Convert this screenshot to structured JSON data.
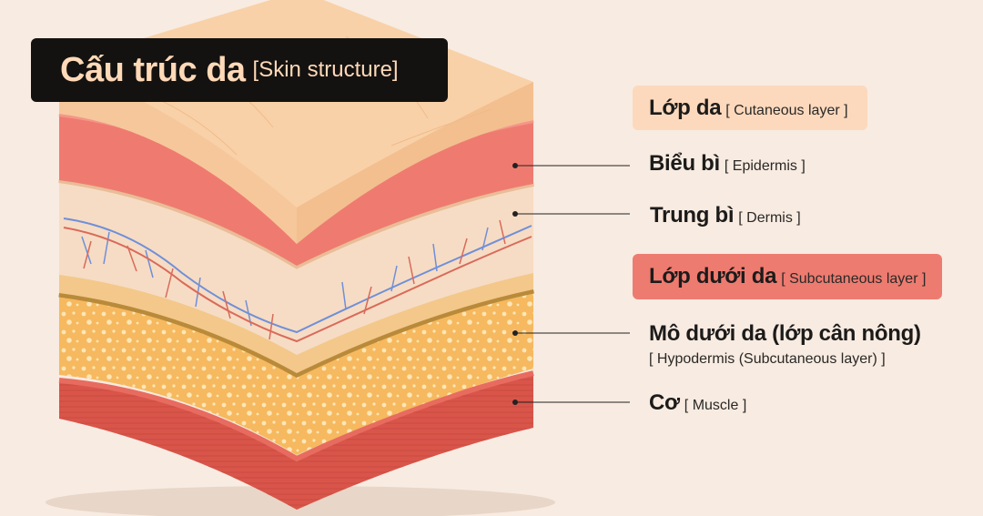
{
  "title": {
    "main": "Cấu trúc da",
    "sub": "[Skin structure]"
  },
  "groups": {
    "cutaneous": {
      "main": "Lớp da",
      "sub": "[ Cutaneous layer ]"
    },
    "subcutaneous": {
      "main": "Lớp dưới da",
      "sub": "[ Subcutaneous layer ]"
    }
  },
  "layers": {
    "epidermis": {
      "main": "Biểu bì",
      "sub": "[ Epidermis ]"
    },
    "dermis": {
      "main": "Trung bì",
      "sub": "[ Dermis ]"
    },
    "hypodermis": {
      "main": "Mô dưới da (lớp cân nông)",
      "sub": "[ Hypodermis (Subcutaneous layer) ]"
    },
    "muscle": {
      "main": "Cơ",
      "sub": "[ Muscle ]"
    }
  },
  "colors": {
    "top_surface": "#f9d1a8",
    "epidermis": "#ef7b70",
    "dermis": "#f6dcc4",
    "vein": "#6f8fd8",
    "artery": "#d96a5a",
    "fat": "#f6b95f",
    "fascia": "#b98a3a",
    "muscle": "#d9554a",
    "title_bg": "#141210",
    "title_text": "#ffd9b8",
    "box_cutaneous": "#fcd9bd",
    "box_subcutaneous": "#ee7b70"
  }
}
